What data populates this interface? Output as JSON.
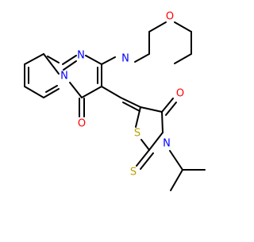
{
  "molecule": {
    "atom_labels": {
      "n1": "N",
      "n2": "N",
      "n3": "N",
      "o1": "O",
      "o2": "O",
      "o3": "O",
      "s1": "S",
      "s2": "S",
      "n4": "N"
    },
    "colors": {
      "bond": "#000000",
      "nitrogen": "#0000ff",
      "oxygen": "#ff0000",
      "sulfur": "#b8a000"
    }
  }
}
